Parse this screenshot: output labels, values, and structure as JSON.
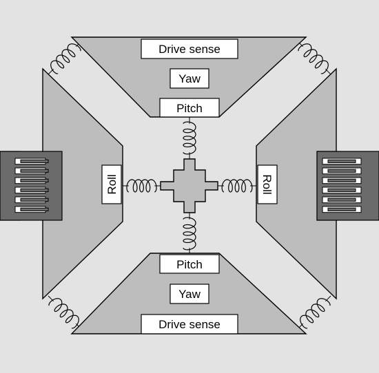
{
  "labels": {
    "top_drive": "Drive sense",
    "top_yaw": "Yaw",
    "top_pitch": "Pitch",
    "bottom_pitch": "Pitch",
    "bottom_yaw": "Yaw",
    "bottom_drive": "Drive sense",
    "left_roll": "Roll",
    "right_roll": "Roll"
  },
  "colors": {
    "background": "#e3e3e3",
    "proof_mass": "#bdbdbd",
    "comb_drive": "#6b6b6b",
    "label_box": "#ffffff",
    "stroke": "#000000"
  }
}
